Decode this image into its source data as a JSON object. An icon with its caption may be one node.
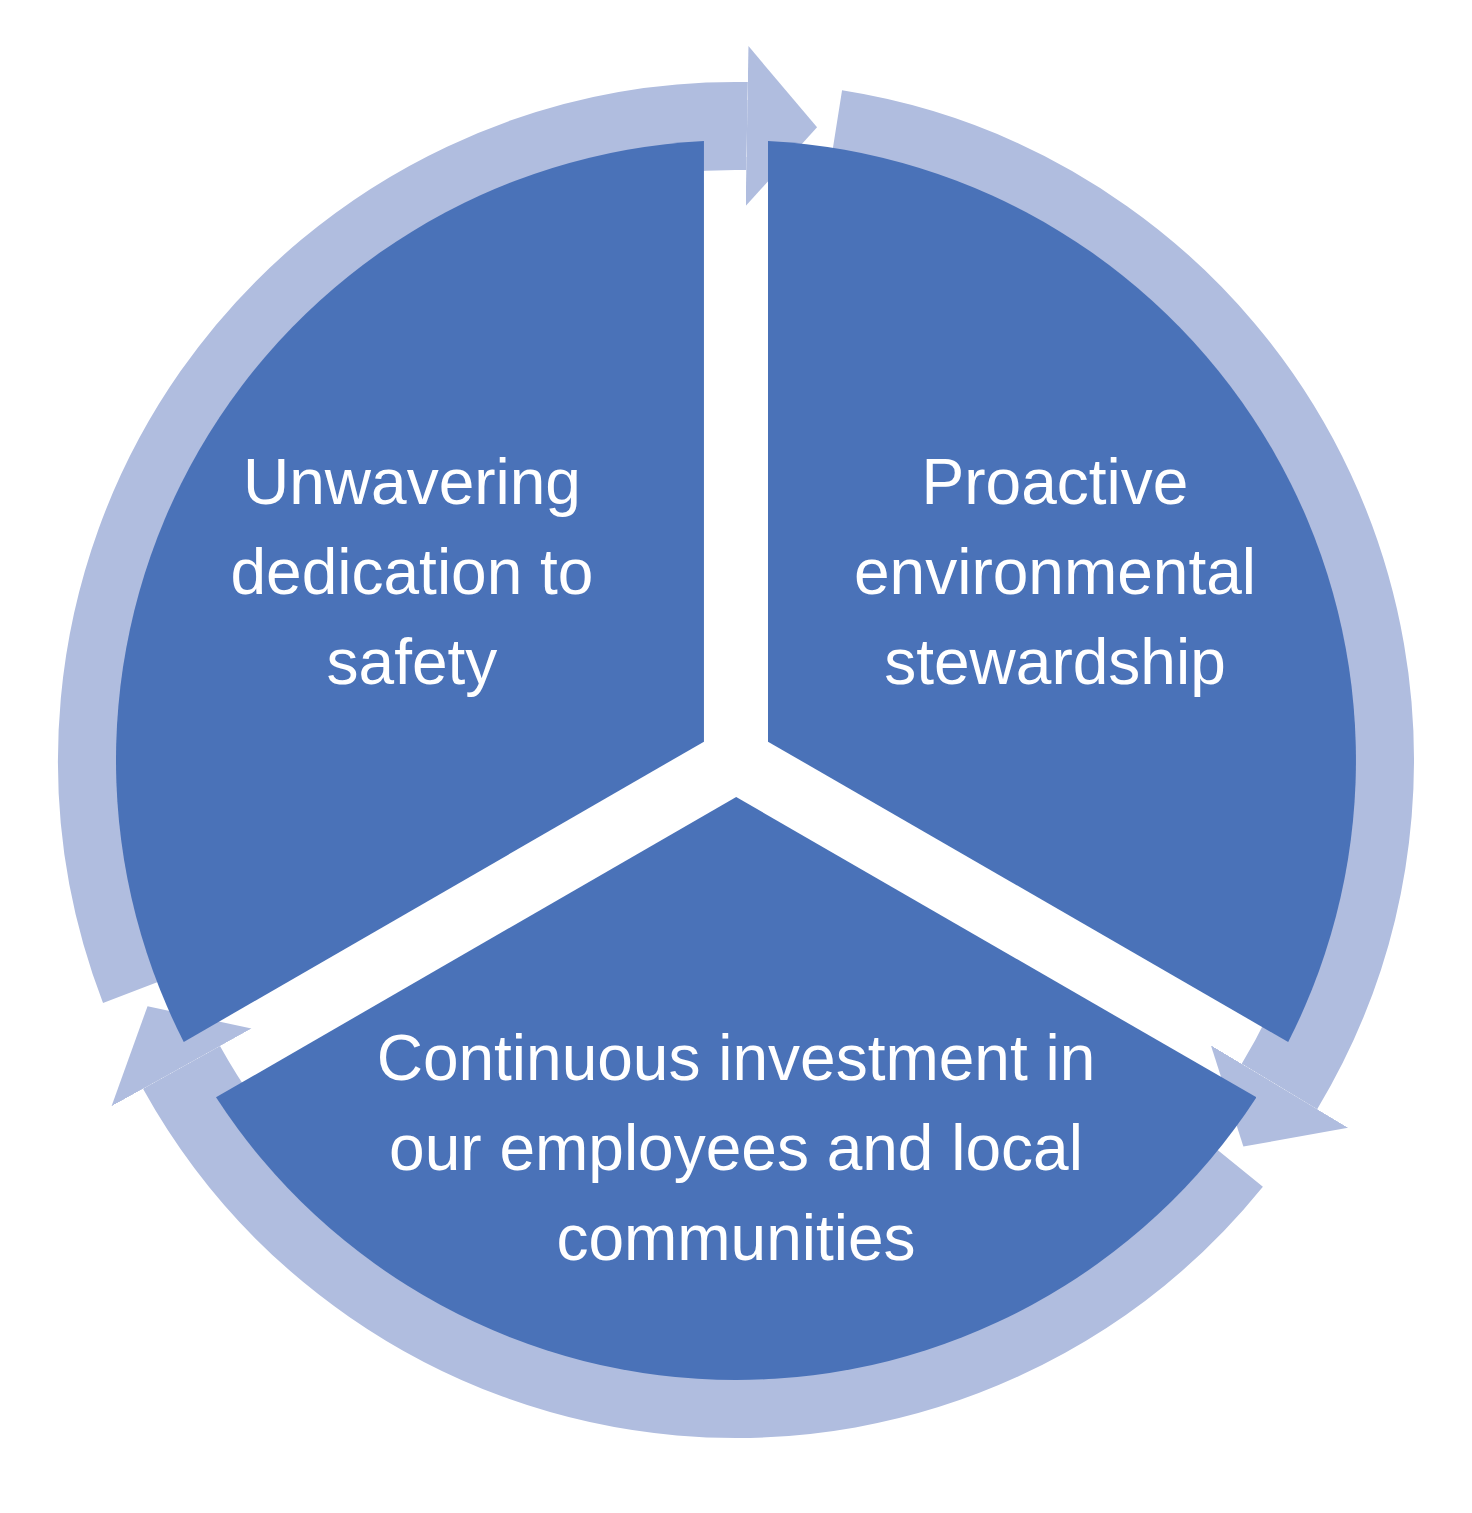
{
  "diagram": {
    "nodes": [
      {
        "text": [
          "Unwavering dedication to safety"
        ]
      },
      {
        "text": [
          "Proactive environmental stewardship"
        ]
      },
      {
        "text": [
          "Continuous investment in our employees and local communities"
        ]
      }
    ],
    "edges": [
      {
        "from": 0,
        "to": 1,
        "arrow": "to"
      },
      {
        "from": 1,
        "to": 2,
        "arrow": "to"
      },
      {
        "from": 2,
        "to": 0,
        "arrow": "to"
      }
    ]
  }
}
